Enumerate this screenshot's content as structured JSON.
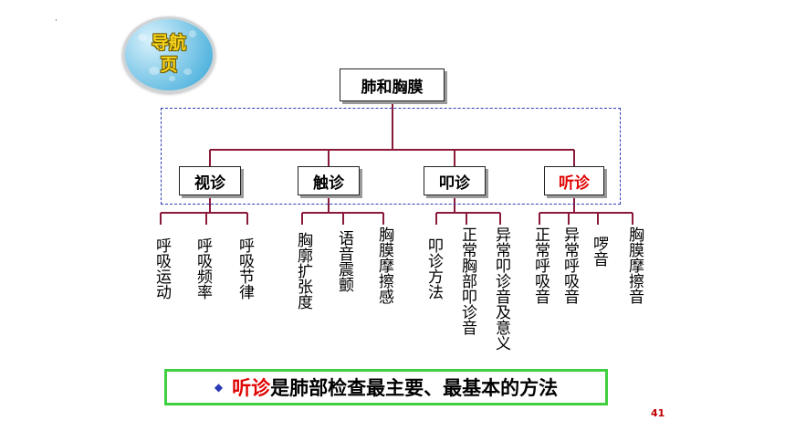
{
  "nav_button": {
    "label": "导航页"
  },
  "root": {
    "label": "肺和胸膜"
  },
  "branches": [
    {
      "label": "视诊"
    },
    {
      "label": "触诊"
    },
    {
      "label": "叩诊"
    },
    {
      "label": "听诊"
    }
  ],
  "leaves": [
    {
      "label": "呼吸运动"
    },
    {
      "label": "呼吸频率"
    },
    {
      "label": "呼吸节律"
    },
    {
      "label": "胸廓扩张度"
    },
    {
      "label": "语音震颤"
    },
    {
      "label": "胸膜摩擦感"
    },
    {
      "label": "叩诊方法"
    },
    {
      "label": "正常胸部叩诊音"
    },
    {
      "label": "异常叩诊音及意义"
    },
    {
      "label": "正常呼吸音"
    },
    {
      "label": "异常呼吸音"
    },
    {
      "label": "啰音"
    },
    {
      "label": "胸膜摩擦音"
    }
  ],
  "footer": {
    "highlight": "听诊",
    "rest": "是肺部检查最主要、最基本的方法"
  },
  "page_number": "41",
  "colors": {
    "line": "#8b1a3a",
    "dash_box": "#2b3bb5",
    "highlight": "#e00000",
    "footer_border": "#3fcf3f",
    "nav_text": "#f7d21a"
  }
}
